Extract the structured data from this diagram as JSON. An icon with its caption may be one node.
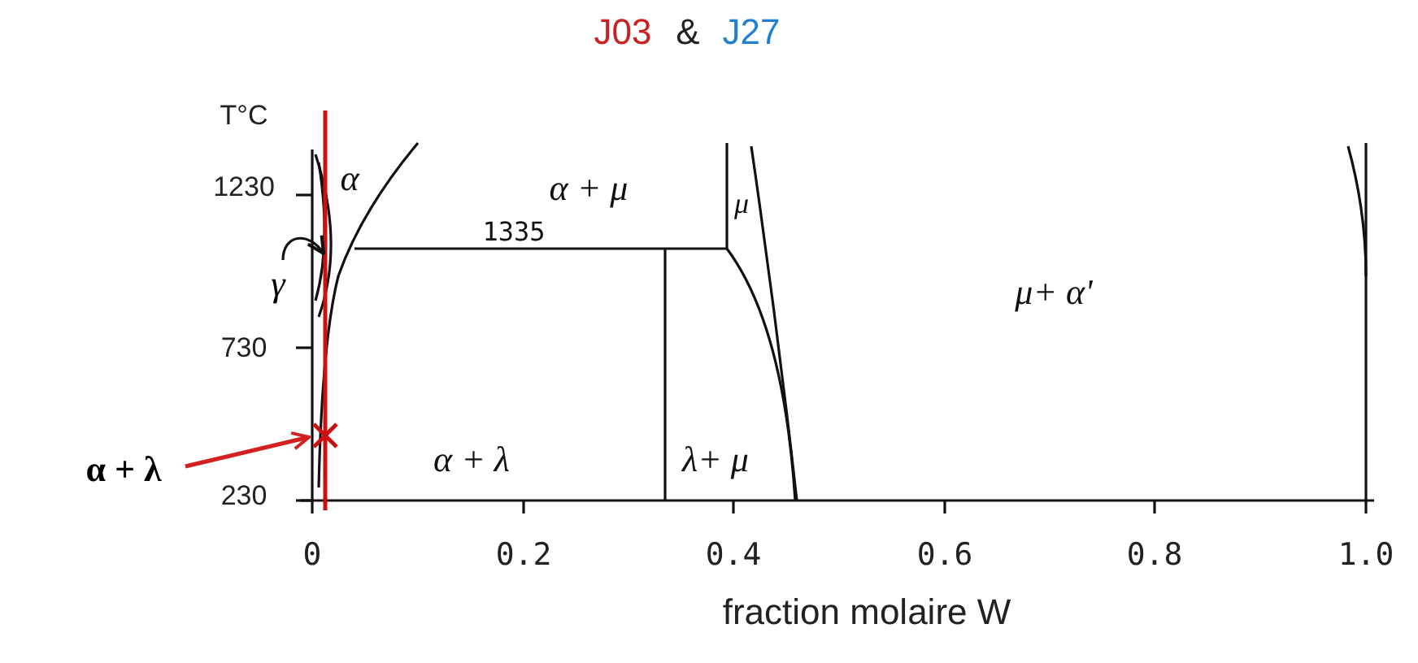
{
  "diagram": {
    "nodes": [
      {
        "text": [
          "α + λ"
        ]
      },
      {
        "text": [],
        "shape": "cross"
      },
      {
        "text": [
          "γ"
        ]
      }
    ],
    "edges": [
      {
        "from": 0,
        "to": 1,
        "arrow": "to",
        "color": "#d42020"
      },
      {
        "from": 2,
        "to": null,
        "arrow": "to",
        "color": "#111111"
      }
    ],
    "labels": [
      "J03",
      "&",
      "J27",
      "T°C",
      "1230",
      "α",
      "α + μ",
      "μ",
      "1335",
      "μ+ α'",
      "730",
      "α + λ",
      "λ+ μ",
      "230",
      "0",
      "0.2",
      "0.4",
      "0.6",
      "0.8",
      "1.0",
      "fraction molaire W"
    ]
  }
}
